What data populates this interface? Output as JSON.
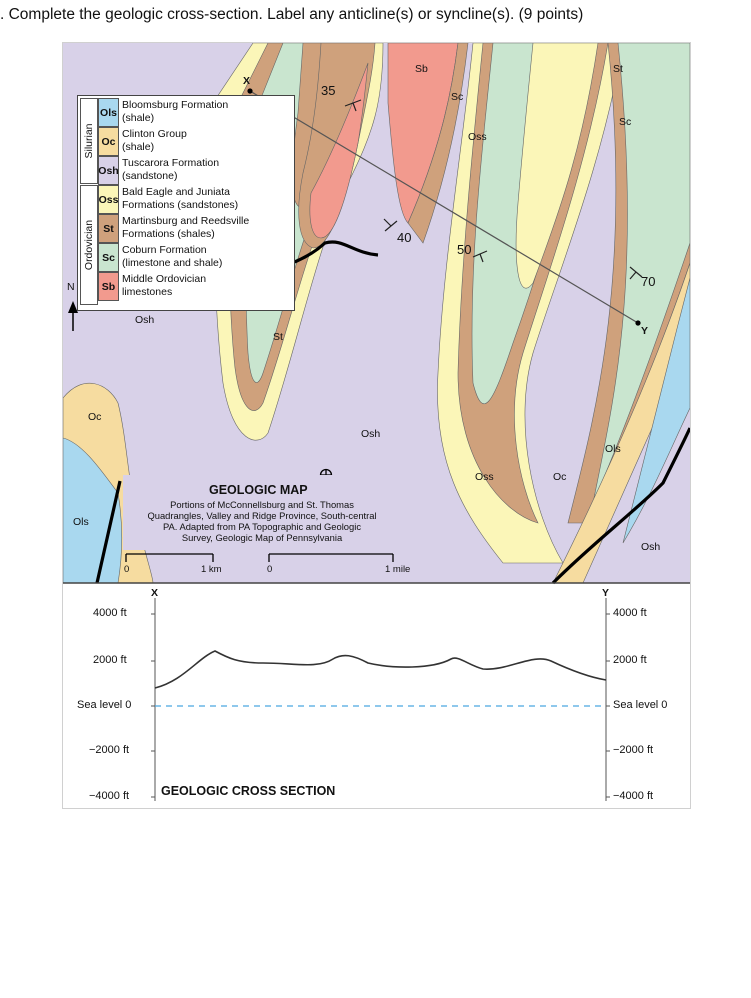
{
  "question": ". Complete the geologic cross-section. Label any anticline(s) or syncline(s). (9 points)",
  "legend": {
    "periods": [
      "Silurian",
      "Ordovician"
    ],
    "units": [
      {
        "code": "Ols",
        "line1": "Bloomsburg Formation",
        "line2": "(shale)",
        "color": "#a9d8ef"
      },
      {
        "code": "Oc",
        "line1": "Clinton Group",
        "line2": "(shale)",
        "color": "#f6dca0"
      },
      {
        "code": "Osh",
        "line1": "Tuscarora Formation",
        "line2": "(sandstone)",
        "color": "#d8d1e8"
      },
      {
        "code": "Oss",
        "line1": "Bald Eagle and Juniata",
        "line2": "Formations (sandstones)",
        "color": "#fbf6b8"
      },
      {
        "code": "St",
        "line1": "Martinsburg and Reedsville",
        "line2": "Formations (shales)",
        "color": "#cfa17c"
      },
      {
        "code": "Sc",
        "line1": "Coburn Formation",
        "line2": "(limestone and shale)",
        "color": "#c9e5cf"
      },
      {
        "code": "Sb",
        "line1": "Middle Ordovician",
        "line2": "limestones",
        "color": "#f29a8e"
      }
    ]
  },
  "map": {
    "north": "N",
    "point_x": "X",
    "point_y": "Y",
    "labels": [
      "Sb",
      "St",
      "Sc",
      "Sc",
      "Oss",
      "Osh",
      "St",
      "Osh",
      "Oc",
      "Ols",
      "Oss",
      "Oc",
      "Ols",
      "Osh"
    ],
    "dips": [
      "35",
      "40",
      "50",
      "70"
    ],
    "title": "GEOLOGIC MAP",
    "caption": [
      "Portions of McConnellsburg and St. Thomas",
      "Quadrangles, Valley and Ridge Province, South-central",
      "PA. Adapted from PA Topographic and Geologic",
      "Survey, Geologic Map of Pennsylvania"
    ],
    "scale_km": {
      "zero": "0",
      "end": "1 km"
    },
    "scale_mi": {
      "zero": "0",
      "end": "1 mile"
    }
  },
  "cross_section": {
    "title": "GEOLOGIC CROSS SECTION",
    "left_end": "X",
    "right_end": "Y",
    "elev_left": [
      "4000 ft",
      "2000 ft",
      "Sea level  0",
      "−2000 ft",
      "−4000 ft"
    ],
    "elev_right": [
      "4000 ft",
      "2000 ft",
      "Sea level 0",
      "−2000 ft",
      "−4000 ft"
    ]
  }
}
